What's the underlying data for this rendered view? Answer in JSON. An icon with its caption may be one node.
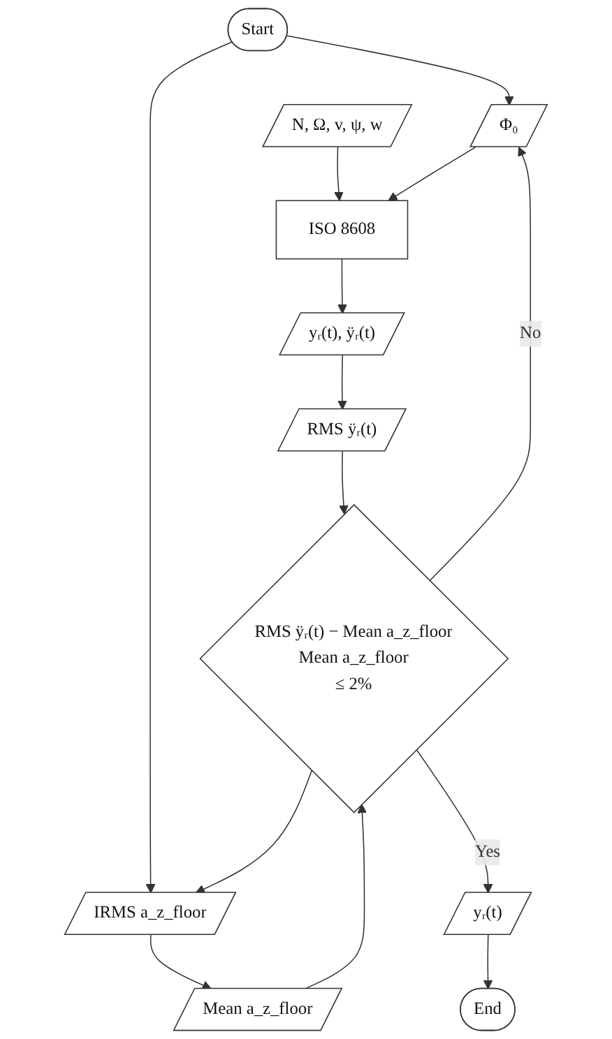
{
  "diagram": {
    "nodes": [
      {
        "text": [
          "Start"
        ]
      },
      {
        "text": [
          "N, Ω, v, ψ, w"
        ]
      },
      {
        "text": [
          "Φ₀"
        ]
      },
      {
        "text": [
          "IRMS a_z_floor"
        ]
      },
      {
        "text": [
          "ISO 8608"
        ]
      },
      {
        "text": [
          "yᵣ(t), ÿᵣ(t)"
        ]
      },
      {
        "text": [
          "RMS ÿᵣ(t)"
        ]
      },
      {
        "text": [
          "Mean a_z_floor"
        ]
      },
      {
        "text": [
          "RMS ÿᵣ(t) − Mean a_z_floor",
          "Mean a_z_floor",
          "≤ 2%"
        ]
      },
      {
        "text": [
          "yᵣ(t)"
        ]
      },
      {
        "text": [
          "End"
        ]
      }
    ],
    "edges": [
      {
        "from": 0,
        "to": 2,
        "arrow": "to"
      },
      {
        "from": 0,
        "to": 3,
        "arrow": "to"
      },
      {
        "from": 1,
        "to": 4,
        "arrow": "to"
      },
      {
        "from": 2,
        "to": 4,
        "arrow": "to"
      },
      {
        "from": 4,
        "to": 5,
        "arrow": "to"
      },
      {
        "from": 5,
        "to": 6,
        "arrow": "to"
      },
      {
        "from": 6,
        "to": 8,
        "arrow": "to"
      },
      {
        "from": 3,
        "to": 7,
        "arrow": "to"
      },
      {
        "from": 7,
        "to": 8,
        "arrow": "to"
      },
      {
        "from": 8,
        "to": 2,
        "arrow": "to",
        "label": "No"
      },
      {
        "from": 8,
        "to": 3,
        "arrow": "to"
      },
      {
        "from": 8,
        "to": 9,
        "arrow": "to",
        "label": "Yes"
      },
      {
        "from": 9,
        "to": 10,
        "arrow": "to"
      }
    ]
  }
}
